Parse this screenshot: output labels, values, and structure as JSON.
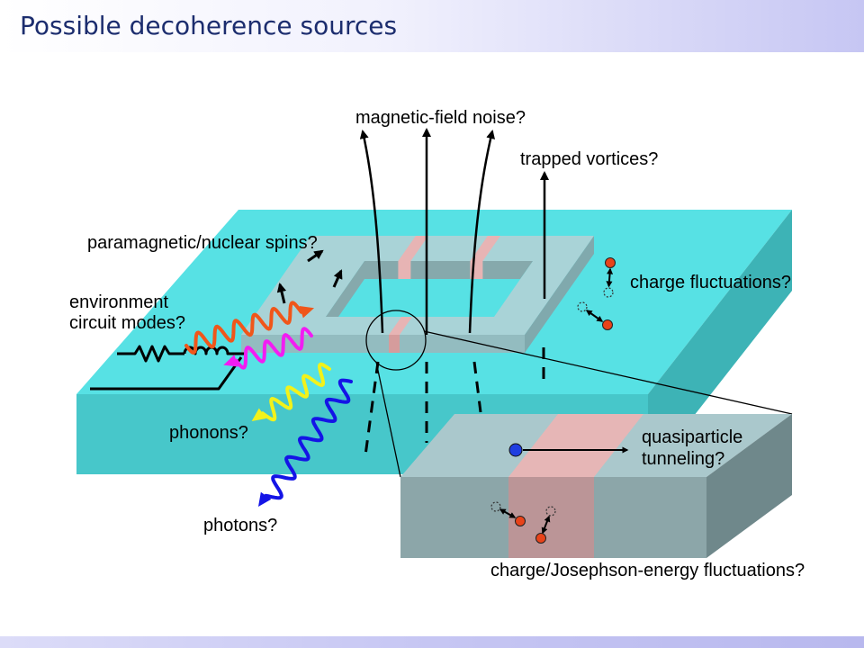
{
  "title": "Possible decoherence sources",
  "labels": {
    "magnetic_field_noise": "magnetic-field noise?",
    "trapped_vortices": "trapped vortices?",
    "paramagnetic_spins": "paramagnetic/nuclear spins?",
    "environment_line1": "environment",
    "environment_line2": "circuit modes?",
    "charge_fluctuations": "charge fluctuations?",
    "phonons": "phonons?",
    "photons": "photons?",
    "quasiparticle_line1": "quasiparticle",
    "quasiparticle_line2": "tunneling?",
    "charge_josephson": "charge/Josephson-energy fluctuations?"
  },
  "colors": {
    "substrate_top": "#57e1e4",
    "substrate_front": "#47c7ca",
    "substrate_side": "#3db3b6",
    "ring_top": "#a9d3d7",
    "ring_front": "#93bcc0",
    "ring_side": "#80a9ad",
    "ring_inner_wall": "#86a9ac",
    "junction": "#e7b4b4",
    "junction_face": "#d59c9c",
    "zoom_top": "#aac8cc",
    "zoom_front": "#8ca6a9",
    "zoom_side": "#6f888b",
    "zoom_junction_top": "#e6b6b6",
    "zoom_junction_front": "#bb9597",
    "wave_orange": "#f0561a",
    "wave_magenta": "#f21cf2",
    "wave_yellow": "#f2f21a",
    "wave_blue": "#1414e6",
    "charge_dot": "#e8431a",
    "quasiparticle_dot": "#1f3ee0"
  }
}
